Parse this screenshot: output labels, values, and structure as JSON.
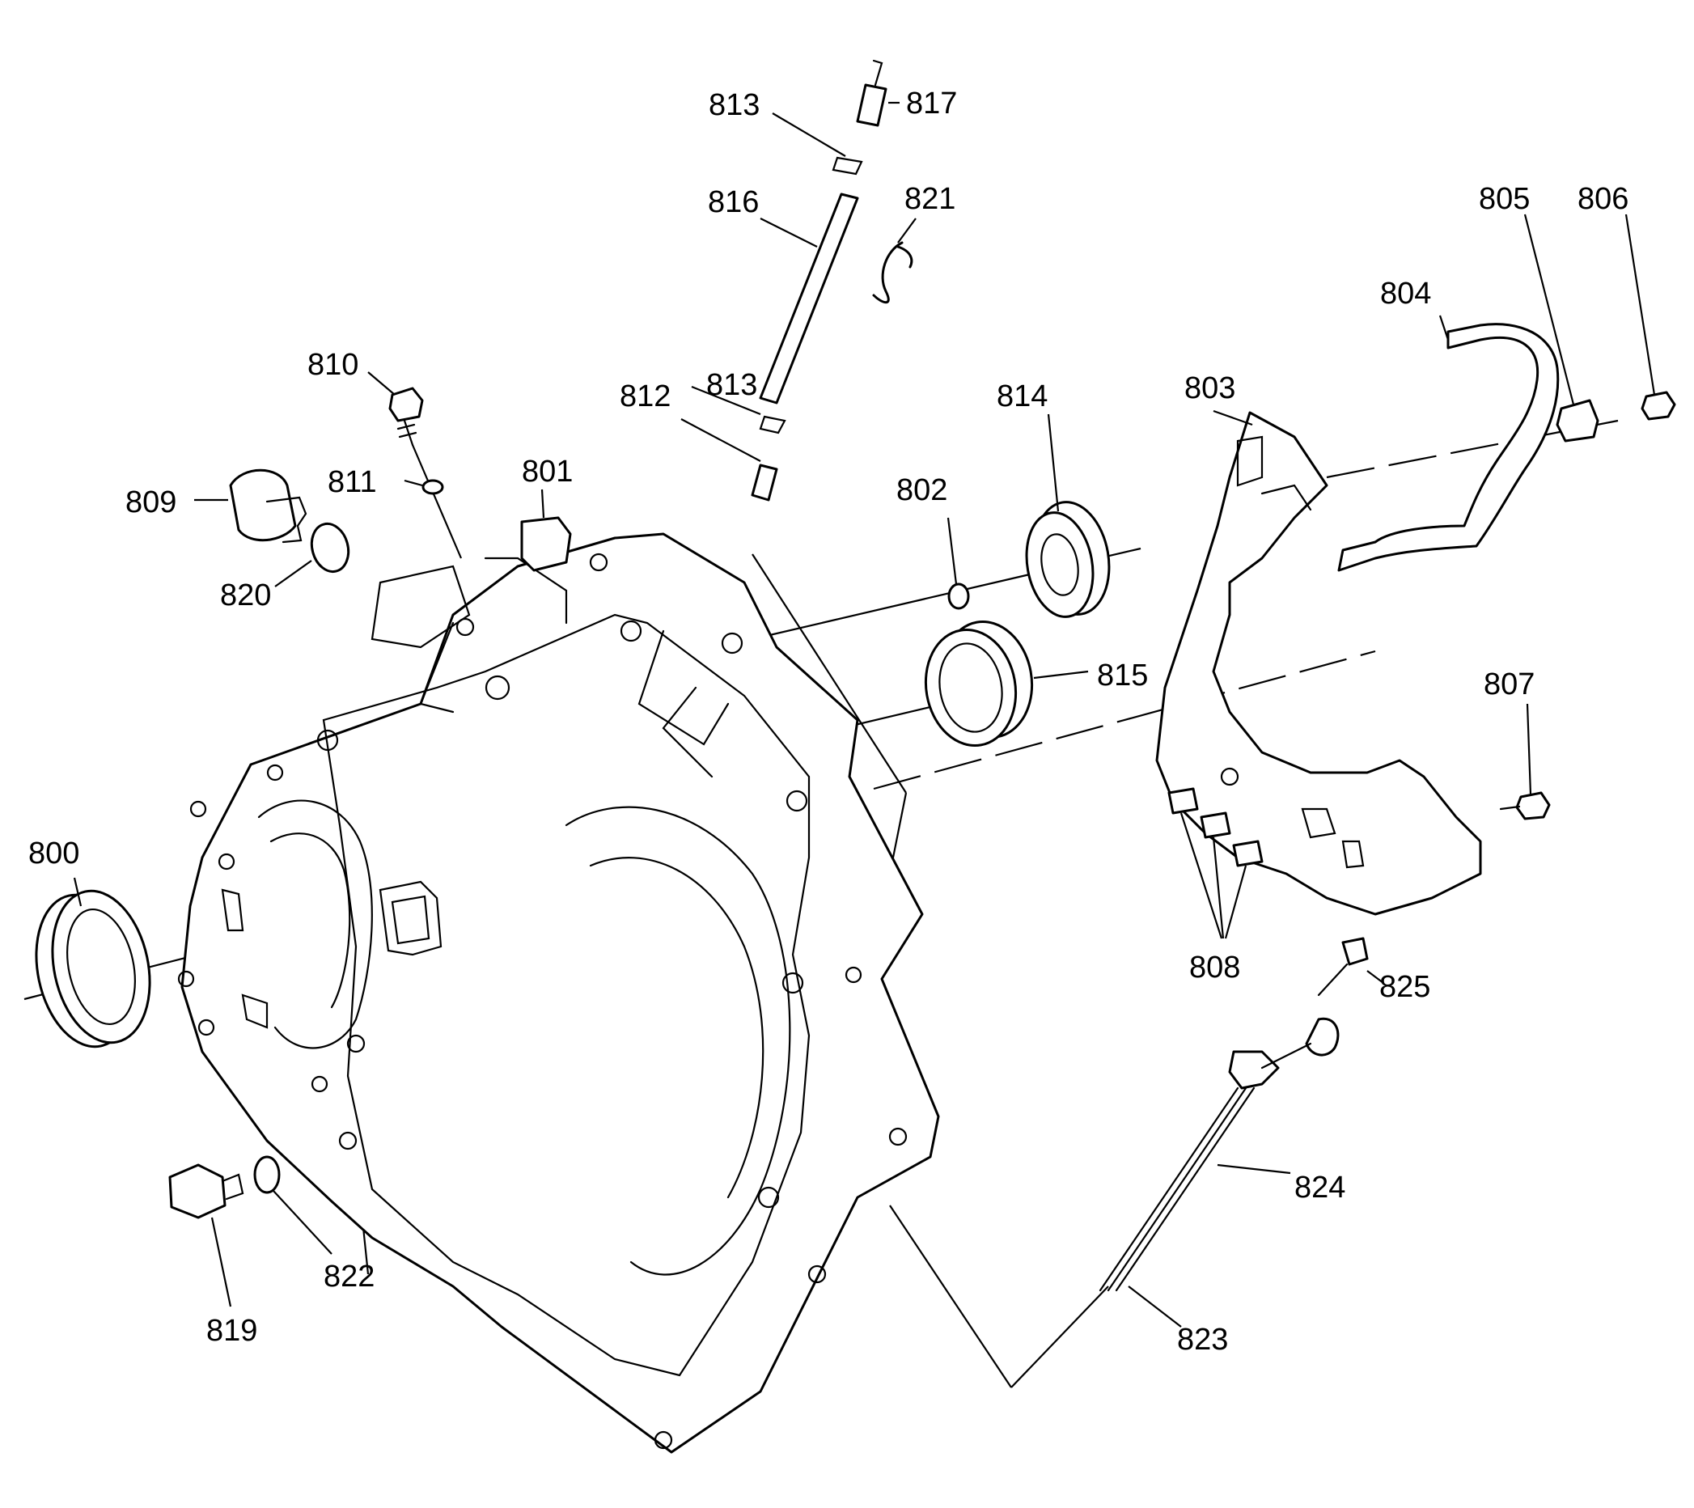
{
  "diagram": {
    "callouts": [
      {
        "id": "800",
        "text": "800"
      },
      {
        "id": "801",
        "text": "801"
      },
      {
        "id": "802",
        "text": "802"
      },
      {
        "id": "803",
        "text": "803"
      },
      {
        "id": "804",
        "text": "804"
      },
      {
        "id": "805",
        "text": "805"
      },
      {
        "id": "806",
        "text": "806"
      },
      {
        "id": "807",
        "text": "807"
      },
      {
        "id": "808",
        "text": "808"
      },
      {
        "id": "809",
        "text": "809"
      },
      {
        "id": "810",
        "text": "810"
      },
      {
        "id": "811",
        "text": "811"
      },
      {
        "id": "812",
        "text": "812"
      },
      {
        "id": "813a",
        "text": "813"
      },
      {
        "id": "813b",
        "text": "813"
      },
      {
        "id": "814",
        "text": "814"
      },
      {
        "id": "815",
        "text": "815"
      },
      {
        "id": "816",
        "text": "816"
      },
      {
        "id": "817",
        "text": "817"
      },
      {
        "id": "819",
        "text": "819"
      },
      {
        "id": "820",
        "text": "820"
      },
      {
        "id": "821",
        "text": "821"
      },
      {
        "id": "822",
        "text": "822"
      },
      {
        "id": "823",
        "text": "823"
      },
      {
        "id": "824",
        "text": "824"
      },
      {
        "id": "825",
        "text": "825"
      }
    ]
  },
  "colors": {
    "line": "#000000",
    "background": "#ffffff"
  }
}
